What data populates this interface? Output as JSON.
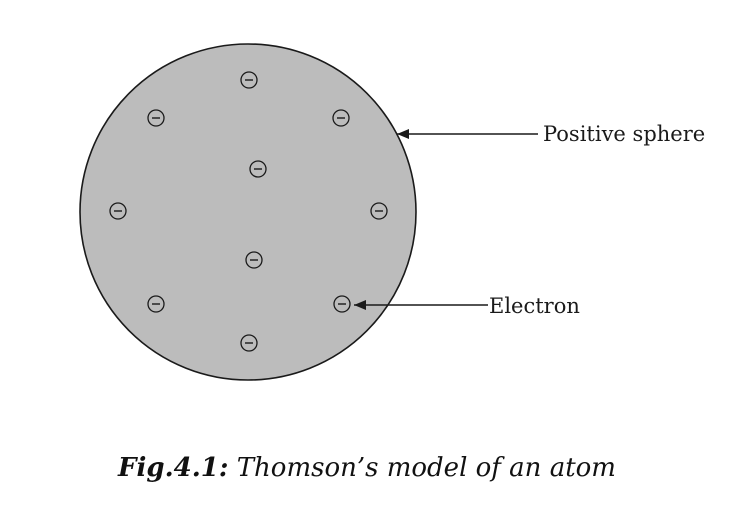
{
  "diagram": {
    "labels": {
      "sphere": "Positive sphere",
      "electron": "Electron"
    },
    "electron_symbol": "−",
    "electron_count": 10,
    "colors": {
      "sphere_fill": "#bcbcbc",
      "stroke": "#1a1a1a",
      "background": "#ffffff"
    }
  },
  "caption": {
    "fig_label": "Fig.4.1:",
    "text": "Thomson’s model of an atom"
  }
}
